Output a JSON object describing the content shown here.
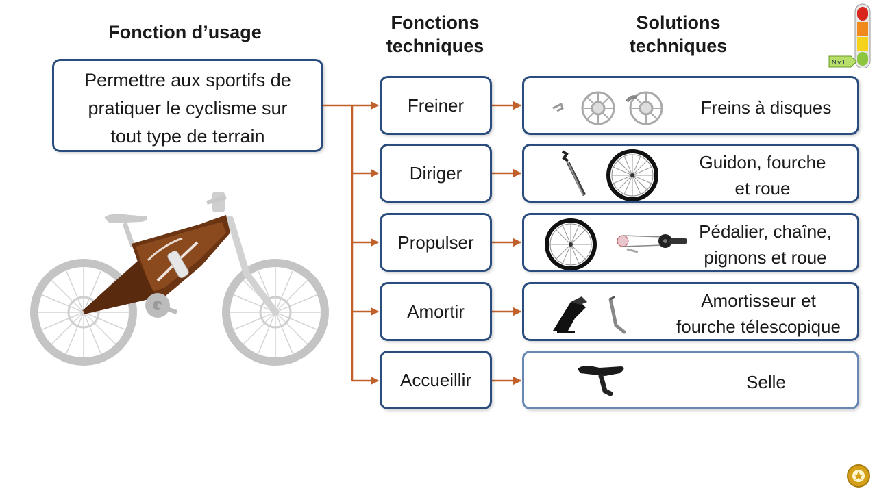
{
  "headings": {
    "usage": "Fonction d’usage",
    "functions_line1": "Fonctions",
    "functions_line2": "techniques",
    "solutions_line1": "Solutions",
    "solutions_line2": "techniques"
  },
  "usage": {
    "line1": "Permettre aux sportifs de",
    "line2": "pratiquer le cyclisme sur",
    "line3": "tout type de terrain"
  },
  "functions": [
    {
      "label": "Freiner"
    },
    {
      "label": "Diriger"
    },
    {
      "label": "Propulser"
    },
    {
      "label": "Amortir"
    },
    {
      "label": "Accueillir"
    }
  ],
  "solutions": [
    {
      "line1": "Freins à disques",
      "line2": ""
    },
    {
      "line1": "Guidon, fourche",
      "line2": "et roue"
    },
    {
      "line1": "Pédalier, chaîne,",
      "line2": "pignons et roue"
    },
    {
      "line1": "Amortisseur et",
      "line2": "fourche télescopique"
    },
    {
      "line1": "Selle",
      "line2": ""
    }
  ],
  "level_indicator": {
    "label": "Niv.1"
  },
  "colors": {
    "box_border": "#2b4d7e",
    "arrow": "#c0602a",
    "frame_brown": "#6b3412",
    "wheel_gray": "#c4c4c4",
    "level_red": "#d9261c",
    "level_orange": "#f08a1c",
    "level_yellow": "#f5d21c",
    "level_green": "#8cc63f",
    "logo_gold": "#d4a017"
  }
}
